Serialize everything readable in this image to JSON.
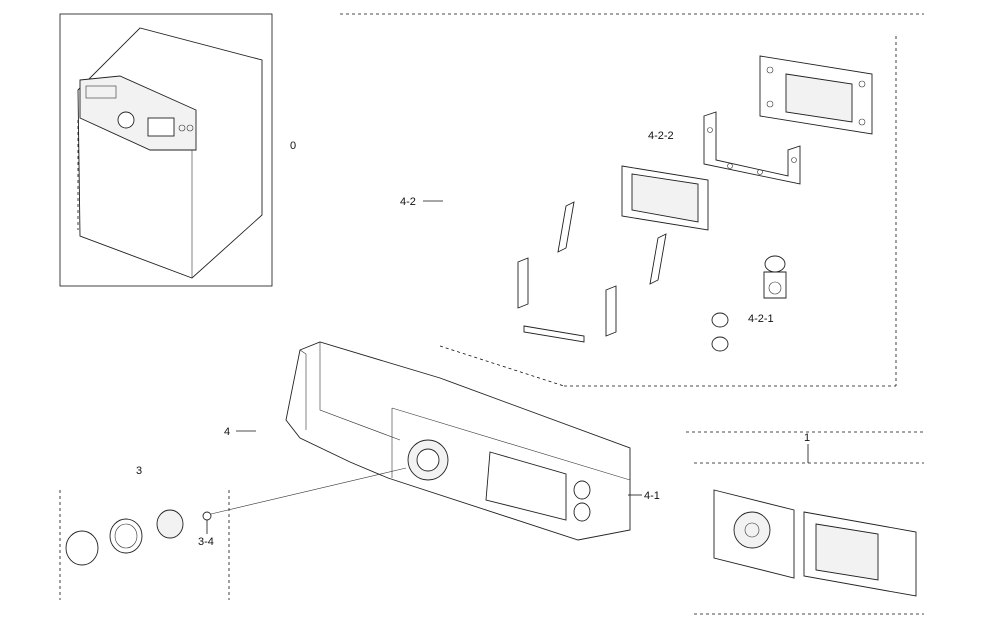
{
  "labels": {
    "assembly_0": "0",
    "part_1": "1",
    "part_3": "3",
    "part_3_4": "3-4",
    "part_4": "4",
    "part_4_1": "4-1",
    "part_4_2": "4-2",
    "part_4_2_1": "4-2-1",
    "part_4_2_2": "4-2-2"
  }
}
